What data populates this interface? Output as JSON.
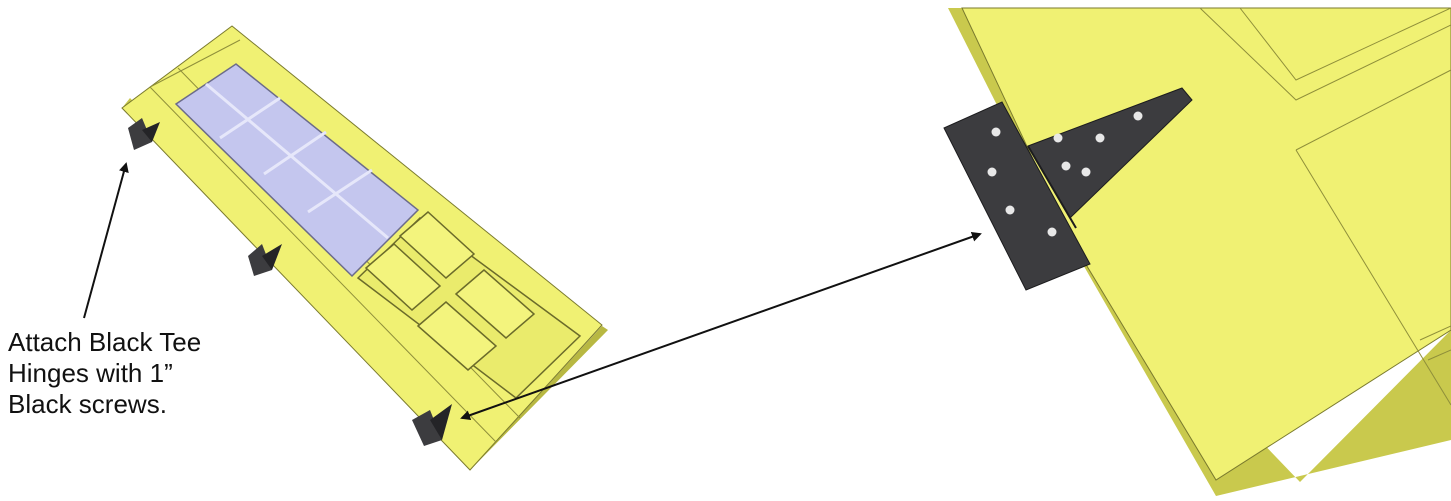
{
  "instruction": {
    "lines": [
      "Attach Black Tee",
      "Hinges with 1”",
      "Black screws."
    ]
  },
  "colors": {
    "door": "#f0f173",
    "door_edge": "#c9c94d",
    "door_outline": "#6b6b2a",
    "glass": "#c4c6ee",
    "hinge": "#3c3c3f",
    "hinge_dark": "#242427",
    "screw_hole": "#e8e8e8",
    "arrow": "#111111"
  },
  "icons": [
    "door-icon",
    "tee-hinge-icon",
    "arrow-icon"
  ]
}
